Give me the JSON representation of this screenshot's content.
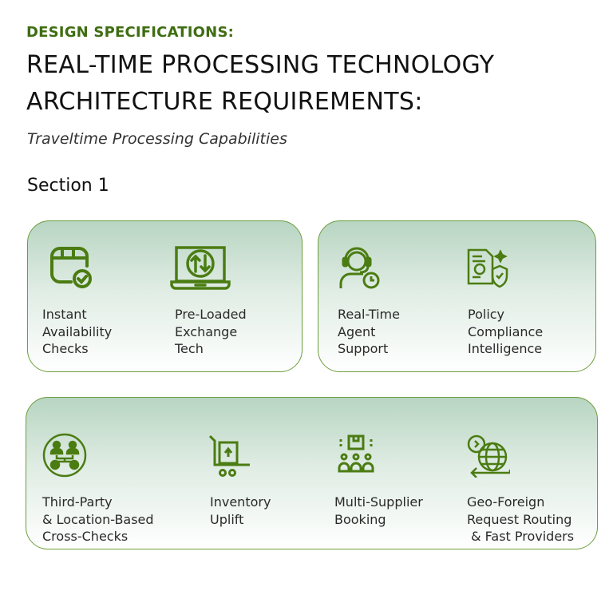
{
  "header": {
    "kicker": "DESIGN SPECIFICATIONS:",
    "title_line1": "REAL-TIME PROCESSING TECHNOLOGY",
    "title_line2": "ARCHITECTURE REQUIREMENTS:",
    "subtitle": "Traveltime Processing Capabilities",
    "section": "Section 1"
  },
  "colors": {
    "accent": "#3f6d12",
    "icon": "#4b7c12",
    "border": "#6c9e3c"
  },
  "cards": [
    {
      "items": [
        {
          "icon": "calendar-check-icon",
          "label": "Instant\nAvailability\nChecks"
        },
        {
          "icon": "laptop-exchange-icon",
          "label": "Pre-Loaded\nExchange\nTech"
        }
      ]
    },
    {
      "items": [
        {
          "icon": "agent-headset-icon",
          "label": "Real-Time\nAgent\nSupport"
        },
        {
          "icon": "policy-shield-icon",
          "label": "Policy\nCompliance\nIntelligence"
        }
      ]
    },
    {
      "items": [
        {
          "icon": "third-party-check-icon",
          "label": "Third-Party\n& Location-Based\nCross-Checks"
        },
        {
          "icon": "inventory-cart-icon",
          "label": "Inventory\nUplift"
        },
        {
          "icon": "multi-supplier-icon",
          "label": "Multi-Supplier\nBooking"
        },
        {
          "icon": "globe-routing-icon",
          "label": "Geo-Foreign\nRequest Routing\n & Fast Providers"
        }
      ]
    }
  ]
}
